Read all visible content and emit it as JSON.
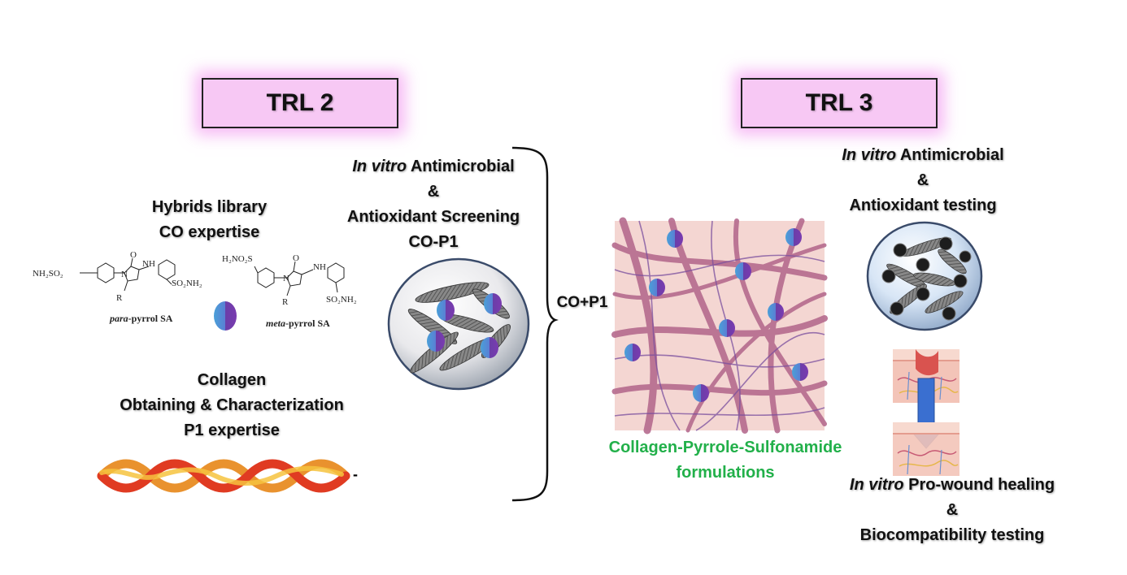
{
  "trl2": {
    "label": "TRL 2"
  },
  "trl3": {
    "label": "TRL 3"
  },
  "hybrids": {
    "line1": "Hybrids library",
    "line2": "CO expertise"
  },
  "structures": {
    "para_nh2so2": "NH₂SO₂",
    "para_so2nh2": "SO₂NH₂",
    "para_nh": "NH",
    "para_o": "O",
    "para_n": "N",
    "para_r": "R",
    "para_label_italic": "para",
    "para_label_rest": "-pyrrol SA",
    "meta_h2no2s": "H₂NO₂S",
    "meta_so2nh2": "SO₂NH₂",
    "meta_nh": "NH",
    "meta_o": "O",
    "meta_n": "N",
    "meta_r": "R",
    "meta_label_italic": "meta",
    "meta_label_rest": "-pyrrol SA"
  },
  "collagen_text": {
    "line1": "Collagen",
    "line2": "Obtaining & Characterization",
    "line3": "P1 expertise"
  },
  "collagen_dash": "-",
  "screening": {
    "italic": "In vitro",
    "rest": " Antimicrobial",
    "amp": "&",
    "line3": "Antioxidant Screening",
    "line4": "CO-P1"
  },
  "brace_label": "CO+P1",
  "formulations": {
    "line1": "Collagen-Pyrrole-Sulfonamide",
    "line2": "formulations"
  },
  "trl3_testing": {
    "italic": "In vitro",
    "rest": " Antimicrobial",
    "amp": "&",
    "line3": "Antioxidant testing"
  },
  "wound": {
    "italic": "In vitro",
    "rest": " Pro-wound healing",
    "amp": "&",
    "line3": "Biocompatibility testing"
  },
  "colors": {
    "trl_fill": "#f7c8f4",
    "trl_glow": "#f3a0f0",
    "green_text": "#22b04a",
    "arrow_blue": "#3a6fd0",
    "fiber": "#b56b8e",
    "fiber_bg": "#f4d6d2"
  }
}
